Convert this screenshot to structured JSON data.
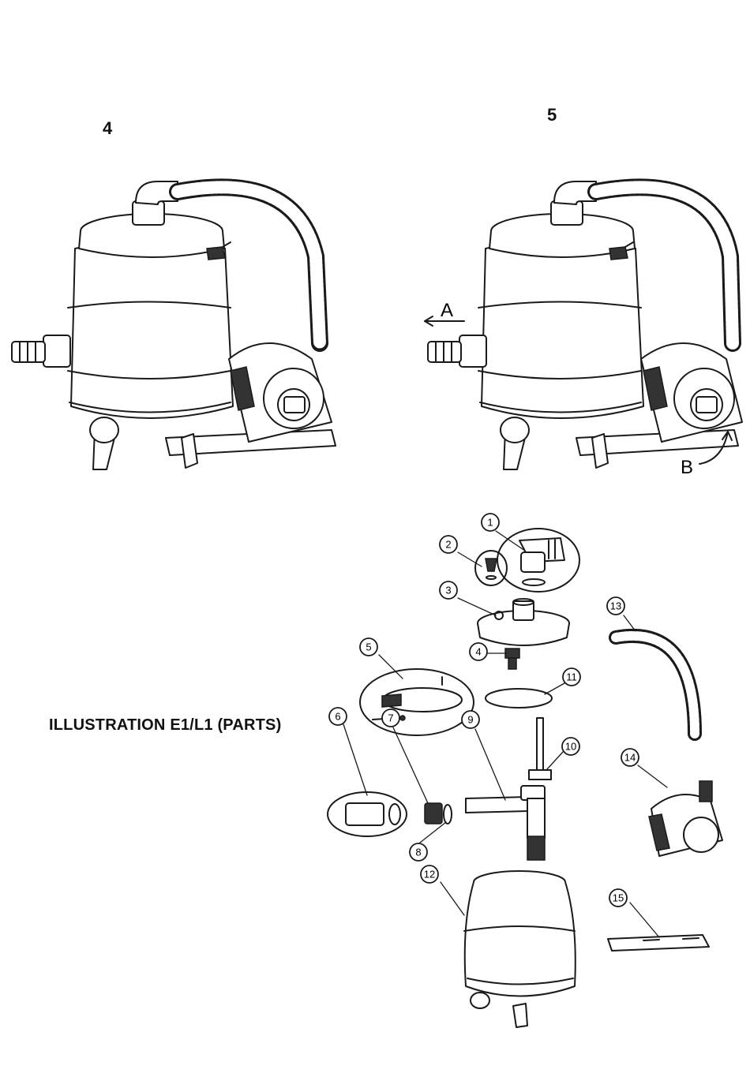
{
  "steps": [
    {
      "number": "4"
    },
    {
      "number": "5",
      "labels": {
        "a": "A",
        "b": "B"
      }
    }
  ],
  "parts_diagram": {
    "caption": "ILLUSTRATION E1/L1 (PARTS)",
    "callouts": [
      "1",
      "2",
      "3",
      "4",
      "5",
      "6",
      "7",
      "8",
      "9",
      "10",
      "11",
      "12",
      "13",
      "14",
      "15"
    ]
  }
}
